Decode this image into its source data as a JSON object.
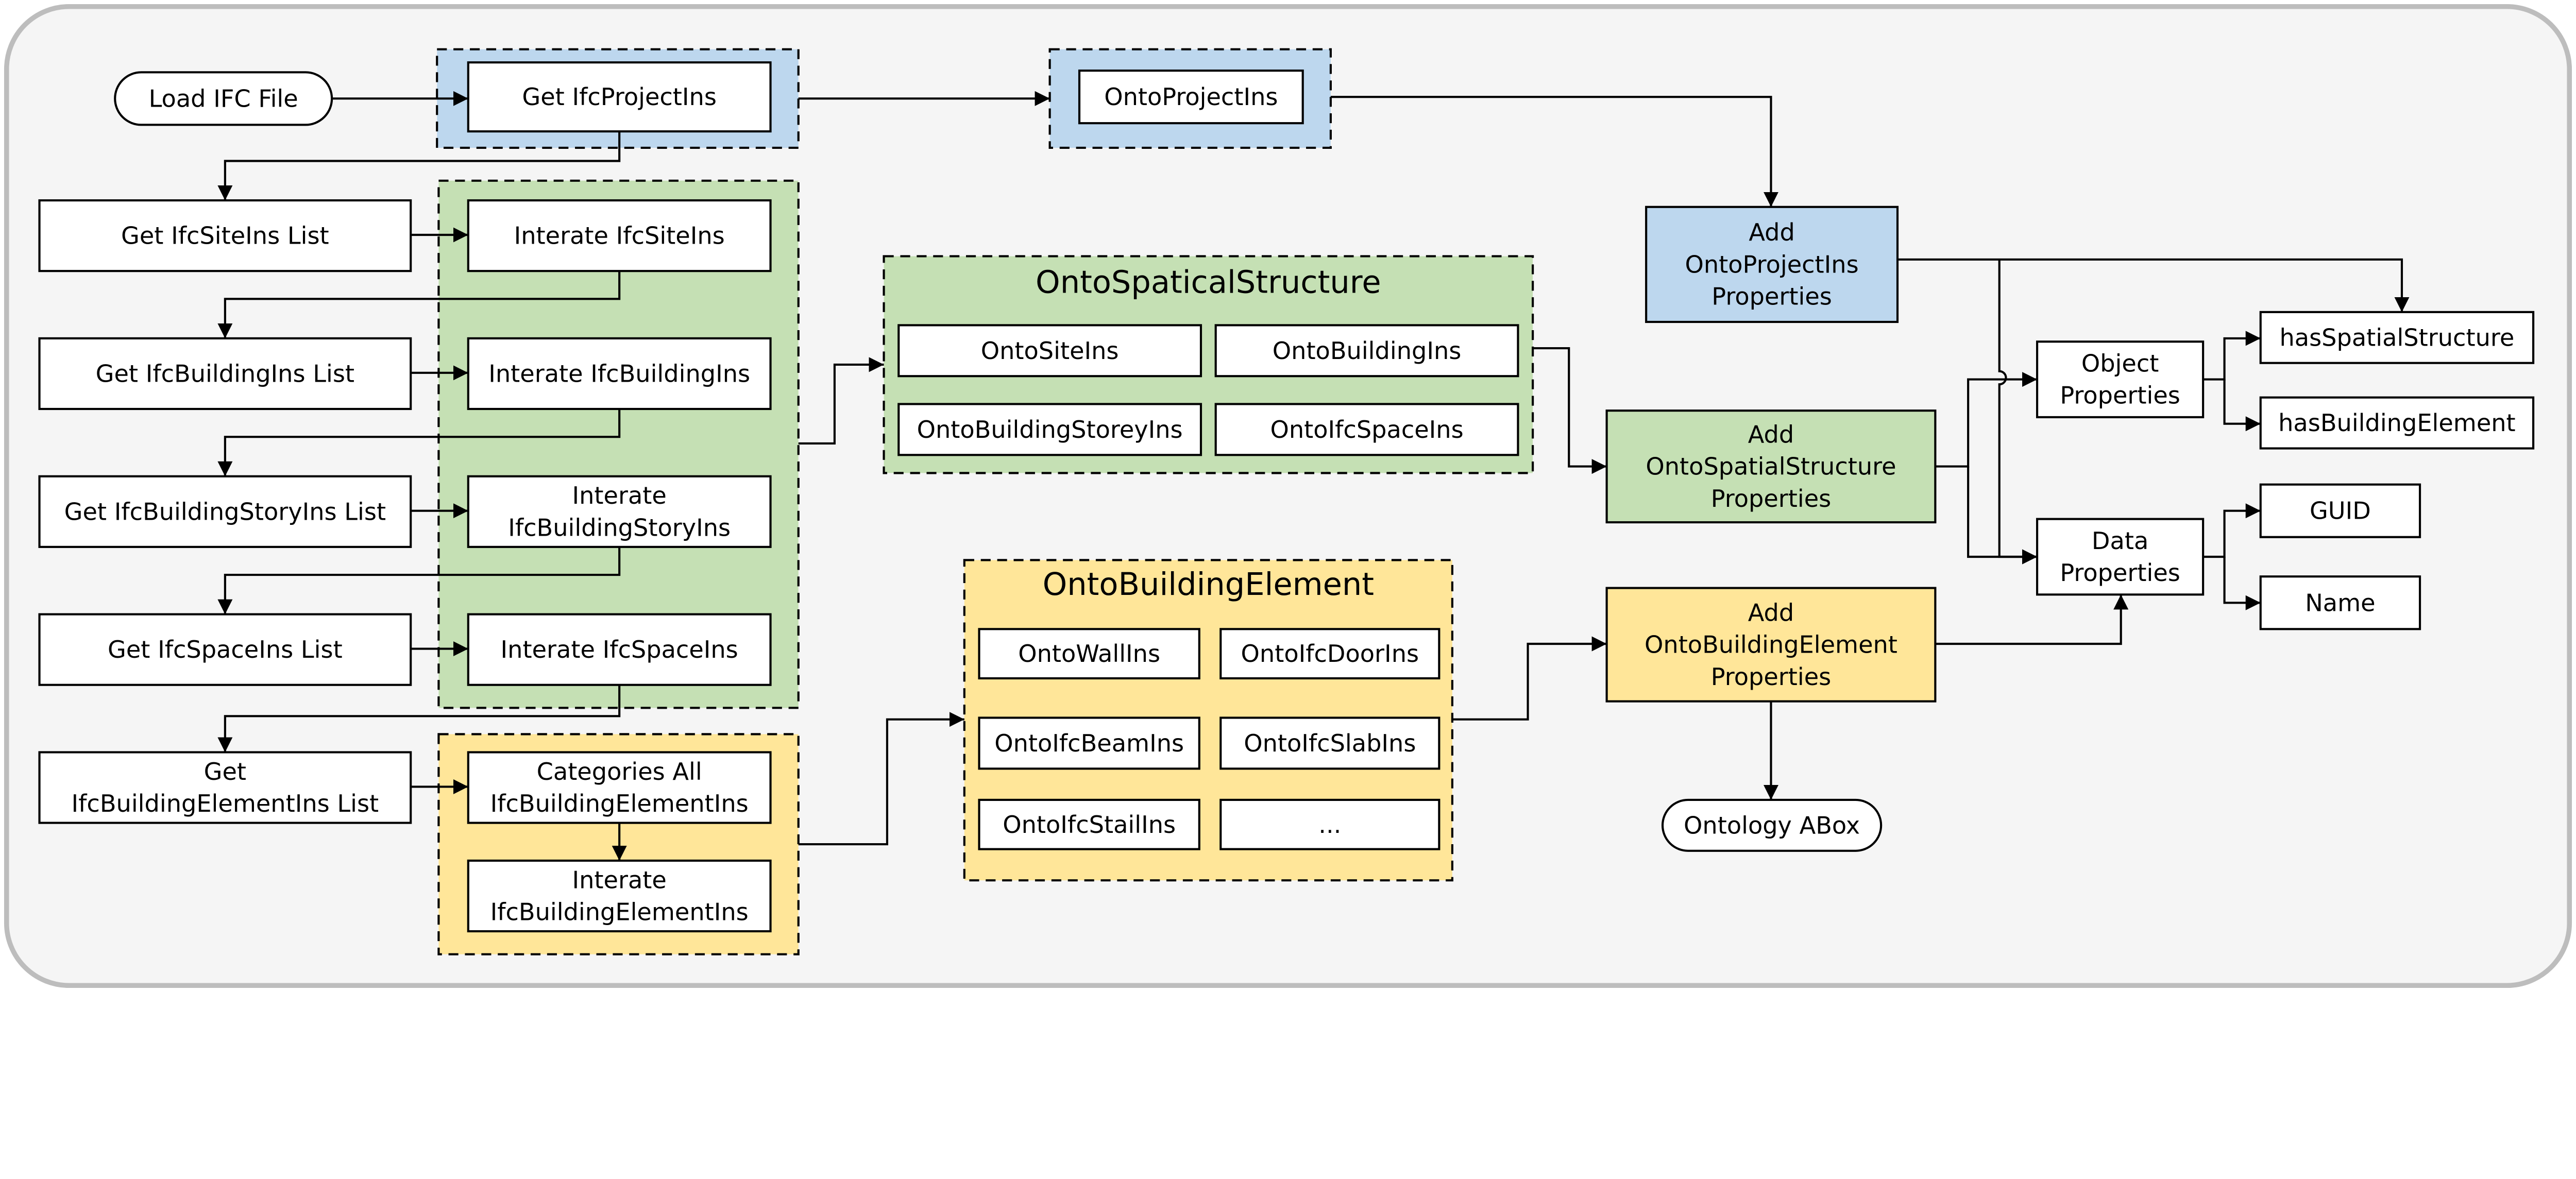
{
  "colors": {
    "blue": "#bdd7ee",
    "green": "#c5e0b4",
    "yellow": "#ffe699",
    "background": "#f5f5f5",
    "box": "#ffffff"
  },
  "nodes": {
    "load_ifc": [
      "Load IFC File"
    ],
    "get_project": [
      "Get IfcProjectIns"
    ],
    "onto_project": [
      "OntoProjectIns"
    ],
    "add_project": [
      "Add",
      "OntoProjectIns",
      "Properties"
    ],
    "get_site_list": [
      "Get IfcSiteIns List"
    ],
    "get_building_list": [
      "Get IfcBuildingIns List"
    ],
    "get_storey_list": [
      "Get IfcBuildingStoryIns List"
    ],
    "get_space_list": [
      "Get IfcSpaceIns List"
    ],
    "get_element_list": [
      "Get",
      "IfcBuildingElementIns List"
    ],
    "iter_site": [
      "Interate IfcSiteIns"
    ],
    "iter_building": [
      "Interate IfcBuildingIns"
    ],
    "iter_storey": [
      "Interate",
      "IfcBuildingStoryIns"
    ],
    "iter_space": [
      "Interate IfcSpaceIns"
    ],
    "categories": [
      "Categories All",
      "IfcBuildingElementIns"
    ],
    "iter_element": [
      "Interate",
      "IfcBuildingElementIns"
    ],
    "spatial_title": [
      "OntoSpaticalStructure"
    ],
    "onto_site": [
      "OntoSiteIns"
    ],
    "onto_building": [
      "OntoBuildingIns"
    ],
    "onto_storey": [
      "OntoBuildingStoreyIns"
    ],
    "onto_space": [
      "OntoIfcSpaceIns"
    ],
    "add_spatial": [
      "Add",
      "OntoSpatialStructure",
      "Properties"
    ],
    "element_title": [
      "OntoBuildingElement"
    ],
    "onto_wall": [
      "OntoWallIns"
    ],
    "onto_door": [
      "OntoIfcDoorIns"
    ],
    "onto_beam": [
      "OntoIfcBeamIns"
    ],
    "onto_slab": [
      "OntoIfcSlabIns"
    ],
    "onto_stair": [
      "OntoIfcStailIns"
    ],
    "onto_more": [
      "..."
    ],
    "add_element": [
      "Add",
      "OntoBuildingElement",
      "Properties"
    ],
    "abox": [
      "Ontology ABox"
    ],
    "object_props": [
      "Object",
      "Properties"
    ],
    "data_props": [
      "Data",
      "Properties"
    ],
    "has_spatial": [
      "hasSpatialStructure"
    ],
    "has_element": [
      "hasBuildingElement"
    ],
    "guid": [
      "GUID"
    ],
    "name": [
      "Name"
    ]
  }
}
